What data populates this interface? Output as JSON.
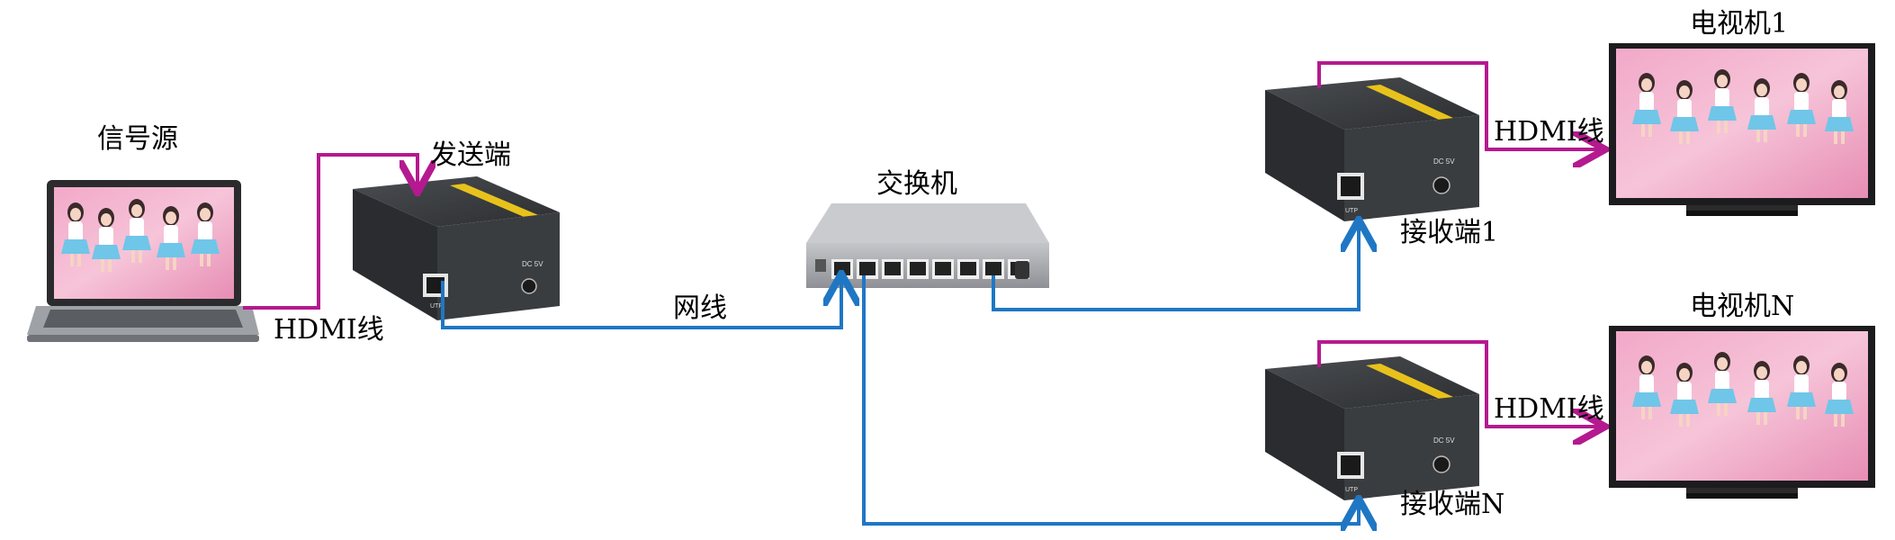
{
  "labels": {
    "signal_source": "信号源",
    "sender": "发送端",
    "switch": "交换机",
    "network_cable": "网线",
    "hdmi_sender": "HDMI线",
    "receiver_1": "接收端1",
    "receiver_n": "接收端N",
    "hdmi_rx1": "HDMI线",
    "hdmi_rxn": "HDMI线",
    "tv_1": "电视机1",
    "tv_n": "电视机N"
  },
  "device_text": {
    "sender_dc": "DC 5V",
    "sender_utp": "UTP",
    "rx1_dc": "DC 5V",
    "rx1_utp": "UTP",
    "rxn_dc": "DC 5V",
    "rxn_utp": "UTP"
  },
  "colors": {
    "hdmi_line": "#b5198f",
    "network_line": "#1f77c4",
    "device_body": "#3a3d40",
    "device_stripe": "#e8c21c",
    "switch_body": "#a9abb0"
  },
  "icons": {
    "laptop": "laptop-icon",
    "sender": "hdmi-extender-sender-icon",
    "switch": "network-switch-icon",
    "receiver": "hdmi-extender-receiver-icon",
    "tv": "television-icon"
  }
}
